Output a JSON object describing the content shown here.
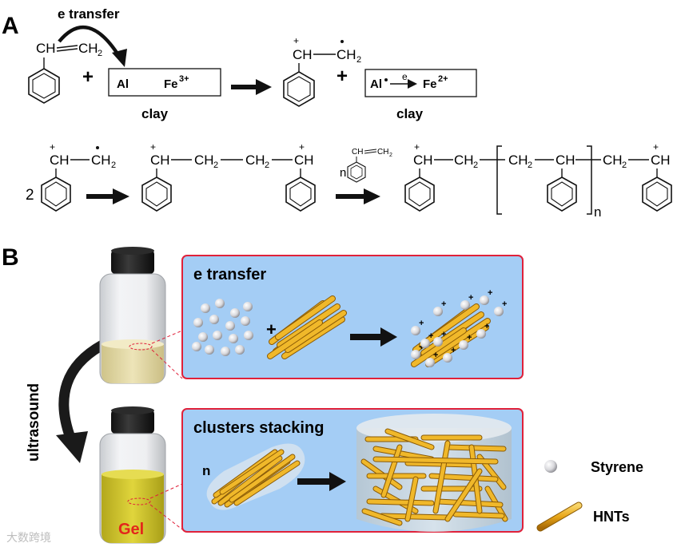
{
  "panels": {
    "a_label": "A",
    "b_label": "B"
  },
  "scheme": {
    "e_transfer_top": "e transfer",
    "styrene_ch": "CH",
    "styrene_ch2": "CH",
    "styrene_ch2_sub": "2",
    "clay_al": "Al",
    "clay_fe": "Fe",
    "clay_fe_charge": "3+",
    "clay_label_1": "clay",
    "radical_ch": "CH",
    "radical_ch2": "CH",
    "radical_ch2_sub": "2",
    "clay2_al": "Al",
    "clay2_e": "e",
    "clay2_fe": "Fe",
    "clay2_fe_charge": "2+",
    "clay_label_2": "clay",
    "plus": "+",
    "coef_2": "2",
    "dimer_ch_left": "CH",
    "dimer_ch2_a": "CH",
    "dimer_ch2_b": "CH",
    "dimer_ch_right": "CH",
    "sub_2": "2",
    "monomer_n": "n",
    "monomer_ch": "CH",
    "monomer_ch2": "CH",
    "poly_ch_left": "CH",
    "poly_ch2_a": "CH",
    "poly_ch2_b": "CH",
    "poly_ch_mid": "CH",
    "poly_ch2_c": "CH",
    "poly_ch_right": "CH",
    "poly_n": "n"
  },
  "mechanism": {
    "ultrasound_label": "ultrasound",
    "gel_label": "Gel",
    "box1_title": "e transfer",
    "box1_plus": "+",
    "box2_title": "clusters stacking",
    "box2_n": "n",
    "legend": [
      {
        "label": "Styrene",
        "icon": "sphere-icon"
      },
      {
        "label": "HNTs",
        "icon": "rod-icon"
      }
    ],
    "watermark": "大数跨境"
  },
  "colors": {
    "box_fill": "#a4cdf5",
    "box_border": "#e0213a",
    "rod": "#e8a619",
    "gel_text": "#e3261b",
    "liquid": "#e9dfa8",
    "gel": "#d4c92e"
  }
}
